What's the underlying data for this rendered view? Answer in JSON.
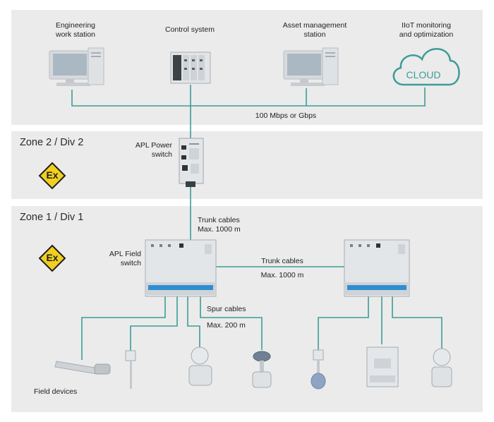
{
  "top_labels": {
    "engineering": "Engineering\nwork station",
    "control": "Control system",
    "asset": "Asset management\nstation",
    "iiot": "IIoT monitoring\nand optimization",
    "cloud": "CLOUD",
    "network": "100 Mbps or Gbps"
  },
  "zone2": {
    "title": "Zone 2 / Div 2",
    "power_switch": "APL Power\nswitch",
    "ex_mark": "Ex"
  },
  "zone1": {
    "title": "Zone 1 / Div 1",
    "ex_mark": "Ex",
    "trunk_vertical": "Trunk cables\nMax. 1000 m",
    "field_switch": "APL Field\nswitch",
    "trunk_horizontal_1": "Trunk cables",
    "trunk_horizontal_2": "Max. 1000 m",
    "spur_1": "Spur cables",
    "spur_2": "Max. 200 m",
    "field_devices": "Field devices"
  },
  "colors": {
    "zone_bg": "#ebebeb",
    "cable": "#3c9c98",
    "ex_yellow": "#f2cf1f",
    "device_gray": "#d6d9dc"
  }
}
